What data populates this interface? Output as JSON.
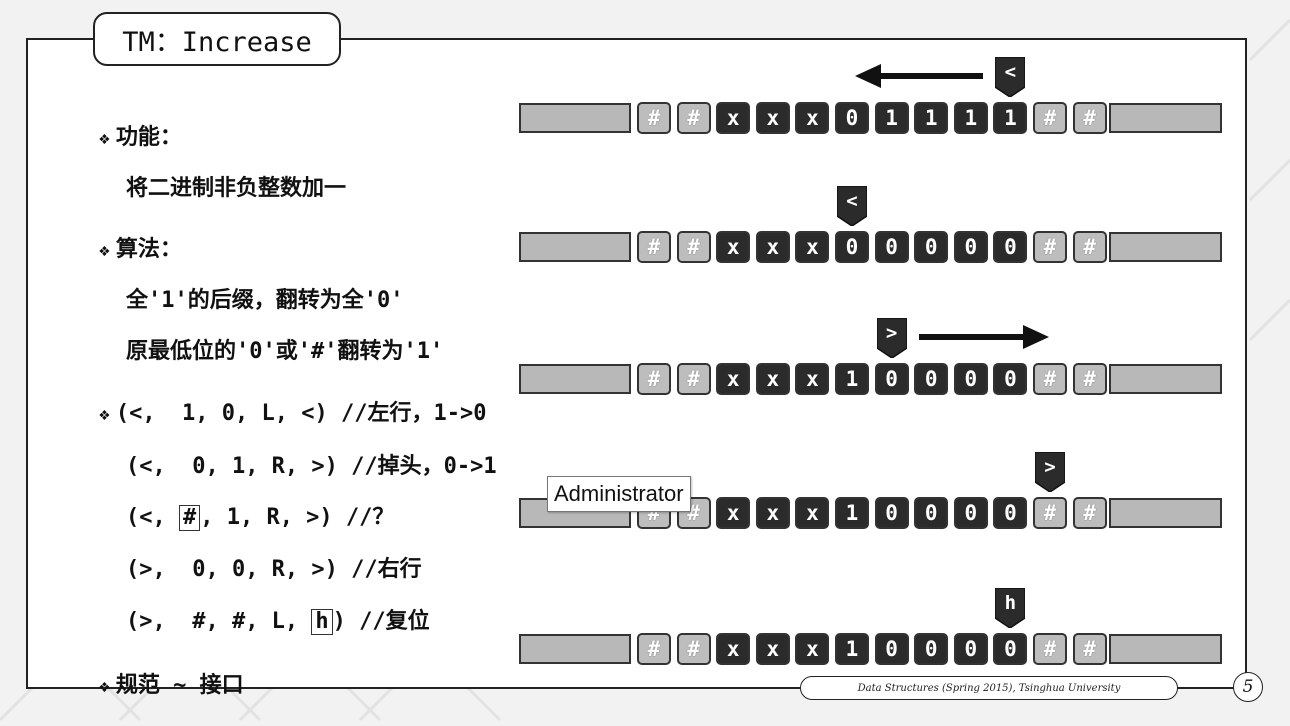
{
  "slide": {
    "title": "TM：Increase",
    "bullet_symbol": "❖",
    "lines": [
      {
        "text": "功能：",
        "bullet": true
      },
      {
        "text": "将二进制非负整数加一",
        "bullet": false
      },
      {
        "text": "算法：",
        "bullet": true
      },
      {
        "text": "全'1'的后缀，翻转为全'0'",
        "bullet": false
      },
      {
        "text": "原最低位的'0'或'#'翻转为'1'",
        "bullet": false
      },
      {
        "text": "(<,  1, 0, L, <) //左行，1->0",
        "bullet": true
      },
      {
        "text": "(<,  0, 1, R, >) //掉头，0->1",
        "bullet": false
      },
      {
        "pre": "(<, ",
        "boxed": "#",
        "post": ", 1, R, >) //？",
        "bullet": false
      },
      {
        "text": "(>,  0, 0, R, >) //右行",
        "bullet": false
      },
      {
        "pre": "(>,  #, #, L, ",
        "boxed": "h",
        "post": ") //复位",
        "bullet": false
      },
      {
        "text": "规范 ~ 接口",
        "bullet": true
      }
    ],
    "tapes": [
      {
        "cells": [
          "#",
          "#",
          "x",
          "x",
          "x",
          "0",
          "1",
          "1",
          "1",
          "1",
          "#",
          "#"
        ],
        "head": "<",
        "head_index": 9,
        "arrow": "left"
      },
      {
        "cells": [
          "#",
          "#",
          "x",
          "x",
          "x",
          "0",
          "0",
          "0",
          "0",
          "0",
          "#",
          "#"
        ],
        "head": "<",
        "head_index": 5,
        "arrow": "none"
      },
      {
        "cells": [
          "#",
          "#",
          "x",
          "x",
          "x",
          "1",
          "0",
          "0",
          "0",
          "0",
          "#",
          "#"
        ],
        "head": ">",
        "head_index": 6,
        "arrow": "right"
      },
      {
        "cells": [
          "#",
          "#",
          "x",
          "x",
          "x",
          "1",
          "0",
          "0",
          "0",
          "0",
          "#",
          "#"
        ],
        "head": ">",
        "head_index": 10,
        "arrow": "none"
      },
      {
        "cells": [
          "#",
          "#",
          "x",
          "x",
          "x",
          "1",
          "0",
          "0",
          "0",
          "0",
          "#",
          "#"
        ],
        "head": "h",
        "head_index": 9,
        "arrow": "none"
      }
    ],
    "tooltip": "Administrator",
    "footer": "Data Structures (Spring 2015), Tsinghua University",
    "page_number": "5"
  },
  "colors": {
    "cell_dark": "#2b2b2b",
    "cell_light": "#bdbdbd",
    "tape_end": "#b8b8b8"
  }
}
